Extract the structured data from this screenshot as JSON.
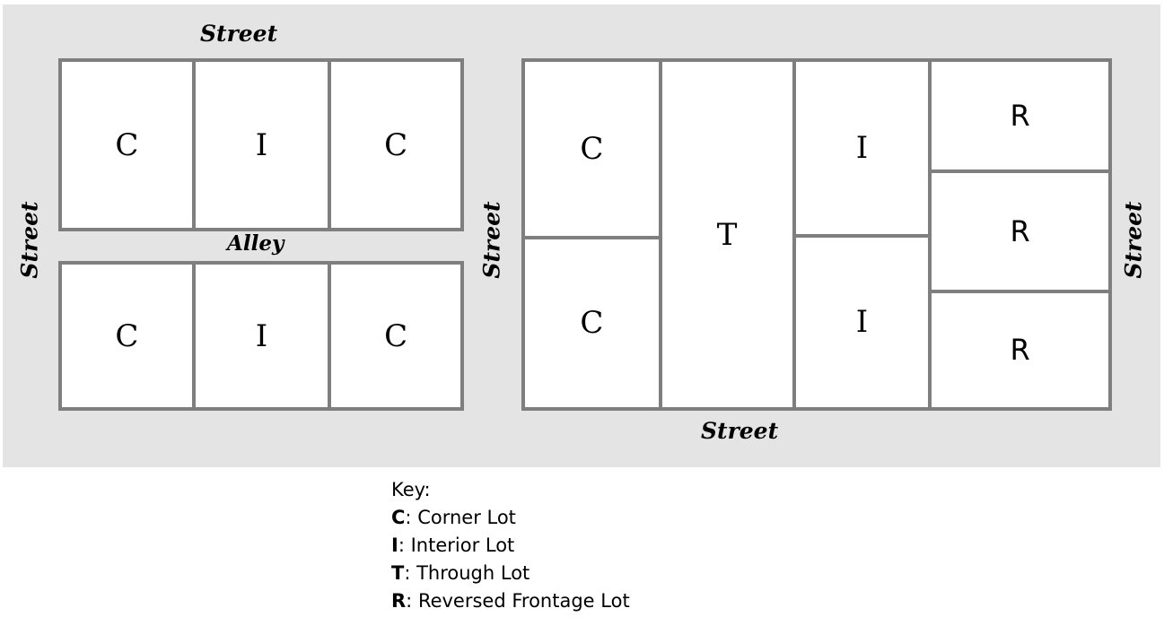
{
  "diagram": {
    "background_color": "#e4e4e4",
    "border_color": "#7f7f7f",
    "lot_fill_color": "#ffffff",
    "labels": {
      "top_street": "Street",
      "left_street": "Street",
      "middle_street": "Street",
      "right_street": "Street",
      "bottom_street": "Street",
      "alley": "Alley"
    },
    "left_block_top": {
      "name": "left-block-top",
      "lots": [
        "C",
        "I",
        "C"
      ]
    },
    "left_block_bottom": {
      "name": "left-block-bottom",
      "lots": [
        "C",
        "I",
        "C"
      ]
    },
    "right_block": {
      "name": "right-block",
      "column_corner": [
        "C",
        "C"
      ],
      "column_through": [
        "T"
      ],
      "column_interior": [
        "I",
        "I"
      ],
      "column_reversed": [
        "R",
        "R",
        "R"
      ]
    }
  },
  "key": {
    "title": "Key:",
    "entries": [
      {
        "symbol": "C",
        "separator": ": ",
        "label": "Corner Lot"
      },
      {
        "symbol": "I",
        "separator": ": ",
        "label": "Interior Lot"
      },
      {
        "symbol": "T",
        "separator": ": ",
        "label": "Through Lot"
      },
      {
        "symbol": "R",
        "separator": ": ",
        "label": "Reversed Frontage Lot"
      }
    ]
  }
}
